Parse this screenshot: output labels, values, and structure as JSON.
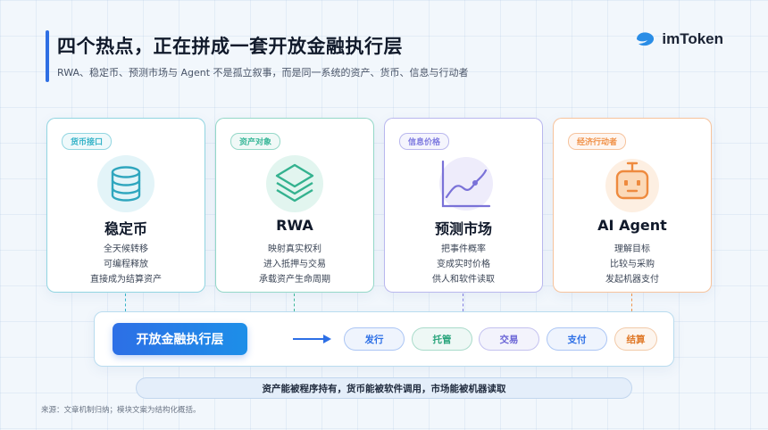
{
  "header": {
    "title": "四个热点，正在拼成一套开放金融执行层",
    "subtitle": "RWA、稳定币、预测市场与 Agent 不是孤立叙事，而是同一系统的资产、货币、信息与行动者",
    "logo_text": "imToken"
  },
  "cards": [
    {
      "tag": "货币接口",
      "name": "稳定币",
      "lines": [
        "全天候转移",
        "可编程释放",
        "直接成为结算资产"
      ],
      "icon": "coin-stack-icon",
      "color": "#36b3c8"
    },
    {
      "tag": "资产对象",
      "name": "RWA",
      "lines": [
        "映射真实权利",
        "进入抵押与交易",
        "承载资产生命周期"
      ],
      "icon": "layers-icon",
      "color": "#3cb89a"
    },
    {
      "tag": "信息价格",
      "name": "预测市场",
      "lines": [
        "把事件概率",
        "变成实时价格",
        "供人和软件读取"
      ],
      "icon": "line-chart-icon",
      "color": "#7f7be0"
    },
    {
      "tag": "经济行动者",
      "name": "AI Agent",
      "lines": [
        "理解目标",
        "比较与采购",
        "发起机器支付"
      ],
      "icon": "robot-icon",
      "color": "#f0924a"
    }
  ],
  "layer": {
    "label": "开放金融执行层",
    "actions": [
      {
        "label": "发行",
        "color": "#2d6fe6"
      },
      {
        "label": "托管",
        "color": "#2aa57c"
      },
      {
        "label": "交易",
        "color": "#6a64d6"
      },
      {
        "label": "支付",
        "color": "#2d6fe6"
      },
      {
        "label": "结算",
        "color": "#e07a2a"
      }
    ]
  },
  "footer": {
    "summary": "资产能被程序持有，货币能被软件调用，市场能被机器读取",
    "source": "来源：文章机制归纳；模块文案为结构化概括。"
  }
}
